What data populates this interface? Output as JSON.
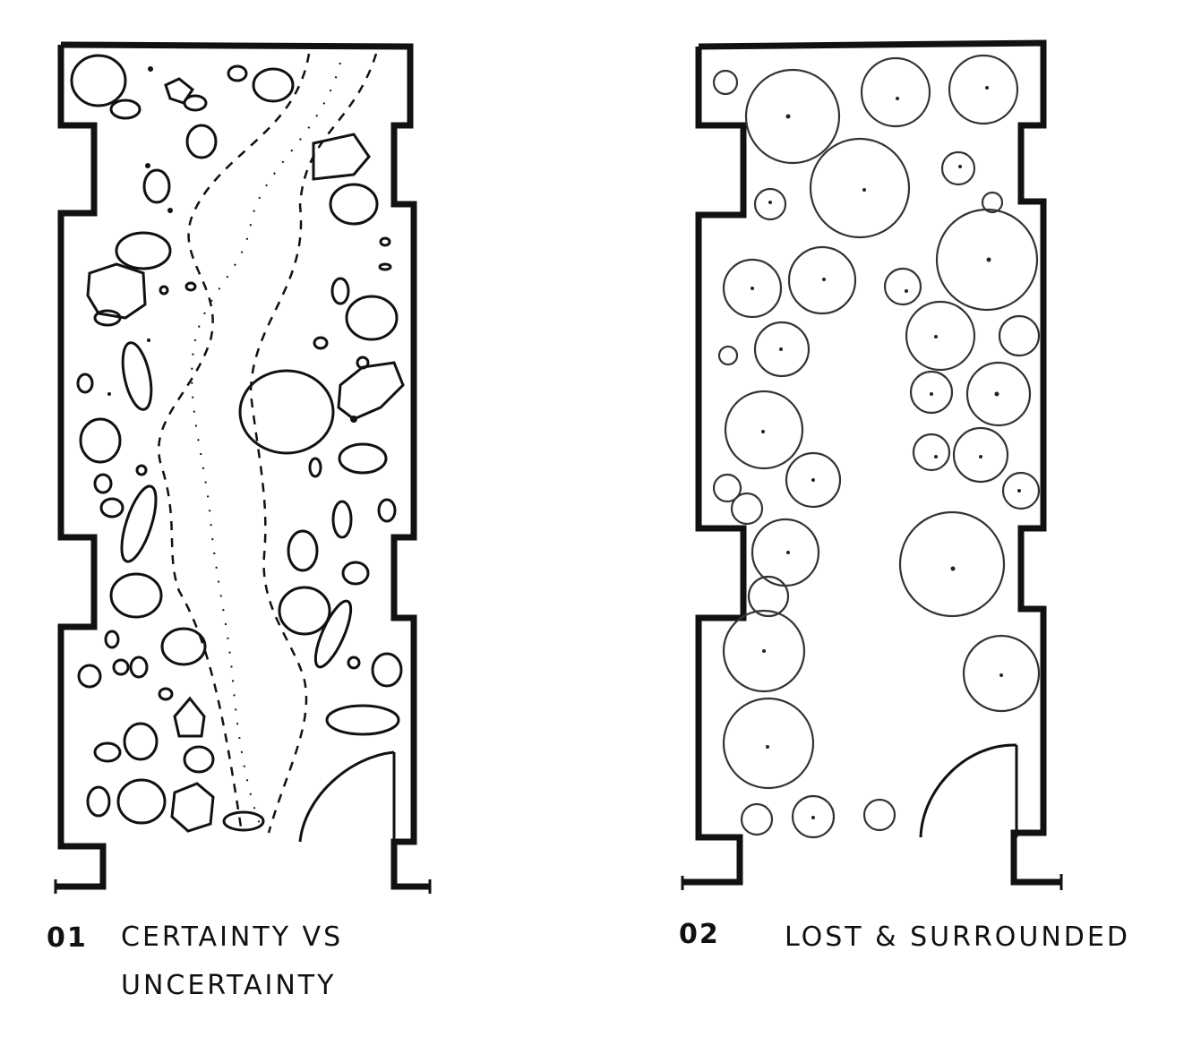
{
  "sketches": [
    {
      "number": "01",
      "title_line1": "CERTAINTY VS",
      "title_line2": "UNCERTAINTY"
    },
    {
      "number": "02",
      "title": "LOST & SURROUNDED"
    }
  ]
}
